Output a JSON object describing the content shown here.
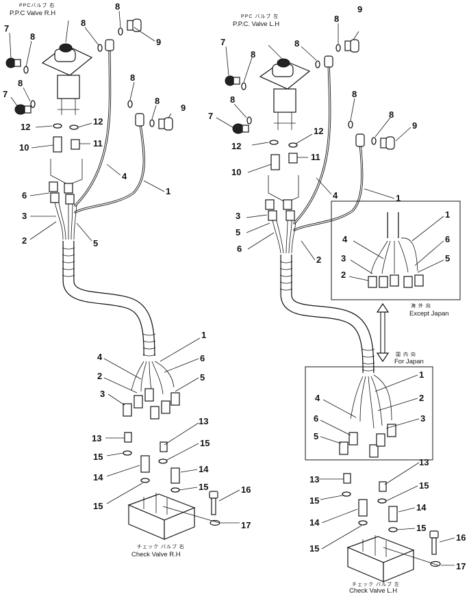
{
  "left": {
    "valve_caption_jp": "PPCバルブ 右",
    "valve_caption_en": "P.P.C Valve R.H",
    "check_caption_jp": "チェック バルブ 右",
    "check_caption_en": "Check Valve R.H"
  },
  "right": {
    "valve_caption_jp": "PPC バルブ 左",
    "valve_caption_en": "P.P.C. Valve  L.H",
    "check_caption_jp": "チェック バルブ 左",
    "check_caption_en": "Check Valve L.H",
    "inset_except_jp": "海 外 向",
    "inset_except_en": "Except Japan",
    "inset_japan_jp": "国 内 向",
    "inset_japan_en": "For Japan"
  },
  "callouts": {
    "n1": "1",
    "n2": "2",
    "n3": "3",
    "n4": "4",
    "n5": "5",
    "n6": "6",
    "n7": "7",
    "n8": "8",
    "n9": "9",
    "n10": "10",
    "n11": "11",
    "n12": "12",
    "n13": "13",
    "n14": "14",
    "n15": "15",
    "n16": "16",
    "n17": "17"
  }
}
